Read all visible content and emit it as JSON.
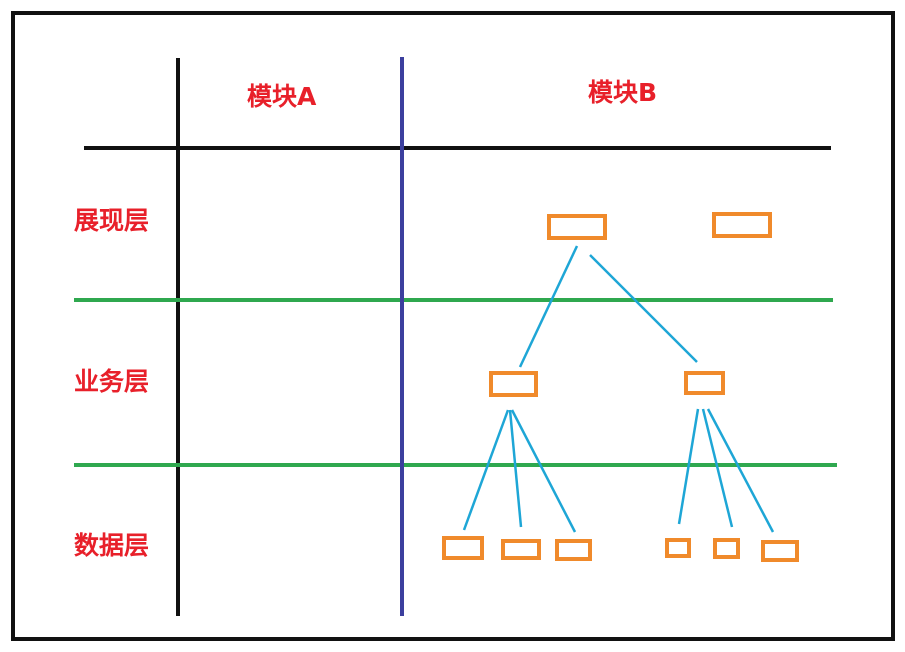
{
  "columns": {
    "module_a": "模块A",
    "module_b": "模块B"
  },
  "layers": {
    "presentation": "展现层",
    "business": "业务层",
    "data": "数据层"
  },
  "colors": {
    "frame": "#111111",
    "axis": "#111111",
    "module_divider": "#3c3f9e",
    "layer_divider": "#2fa84f",
    "box": "#f08a2b",
    "connector": "#1ea6d6",
    "label": "#e8202a"
  }
}
